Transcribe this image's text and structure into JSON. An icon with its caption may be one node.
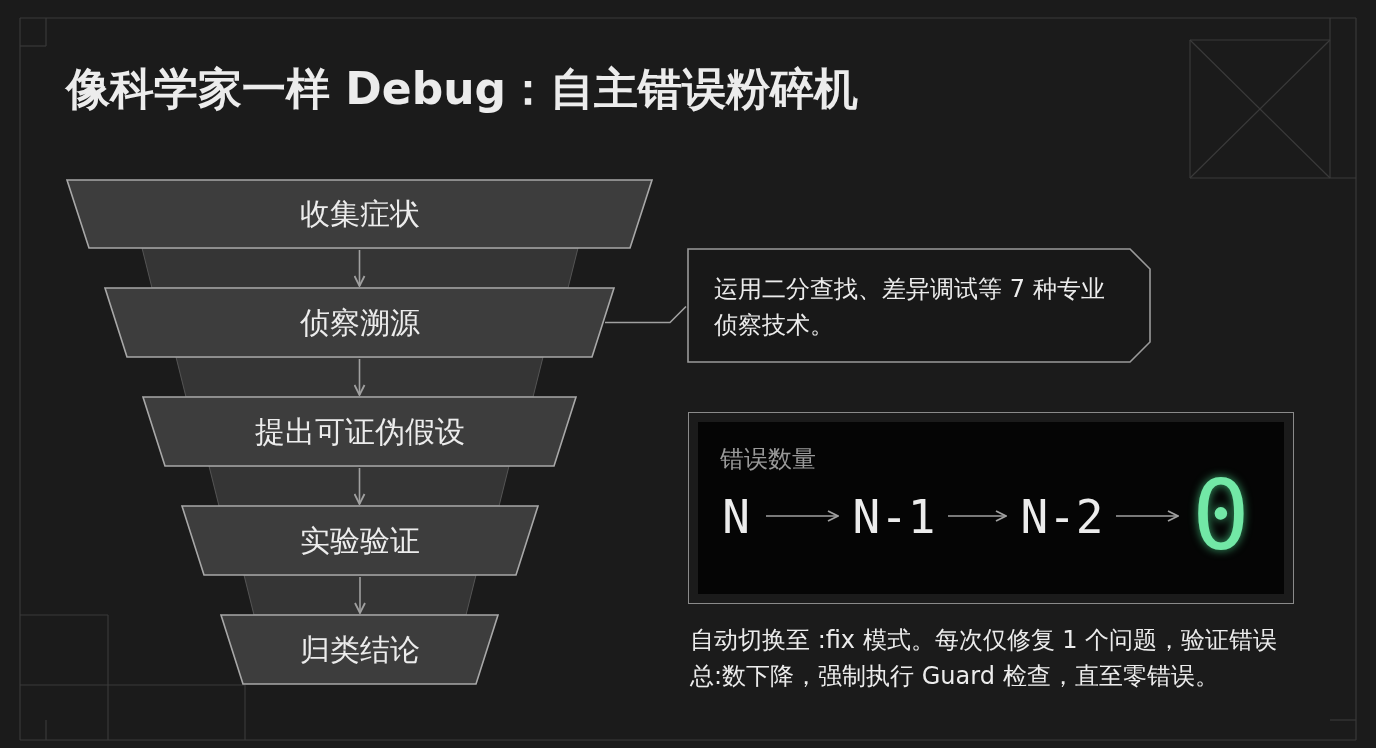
{
  "diagram": {
    "title": "像科学家一样 Debug：自主错误粉碎机",
    "nodes": [
      {
        "text": [
          "收集症状"
        ]
      },
      {
        "text": [
          "侦察溯源"
        ]
      },
      {
        "text": [
          "提出可证伪假设"
        ]
      },
      {
        "text": [
          "实验验证"
        ]
      },
      {
        "text": [
          "归类结论"
        ]
      },
      {
        "text": [
          "运用二分查找、差异调试等 7 种专业侦察技术。"
        ]
      },
      {
        "text": [
          "错误数量"
        ],
        "beside": [
          "自动切换至 :fix 模式。每次仅修复 1 个问题，验证错误总:数下降，强制执行 Guard 检查，直至零错误。"
        ]
      },
      {
        "text": [
          "N"
        ],
        "in": 6
      },
      {
        "text": [
          "N-1"
        ],
        "in": 6
      },
      {
        "text": [
          "N-2"
        ],
        "in": 6
      },
      {
        "text": [
          "0"
        ],
        "in": 6
      }
    ],
    "edges": [
      {
        "from": 0,
        "to": 1,
        "arrow": "to"
      },
      {
        "from": 1,
        "to": 2,
        "arrow": "to"
      },
      {
        "from": 2,
        "to": 3,
        "arrow": "to"
      },
      {
        "from": 3,
        "to": 4,
        "arrow": "to"
      },
      {
        "from": 1,
        "to": 5,
        "arrow": "none"
      },
      {
        "from": 7,
        "to": 8,
        "arrow": "to"
      },
      {
        "from": 8,
        "to": 9,
        "arrow": "to"
      },
      {
        "from": 9,
        "to": 10,
        "arrow": "to"
      }
    ]
  }
}
